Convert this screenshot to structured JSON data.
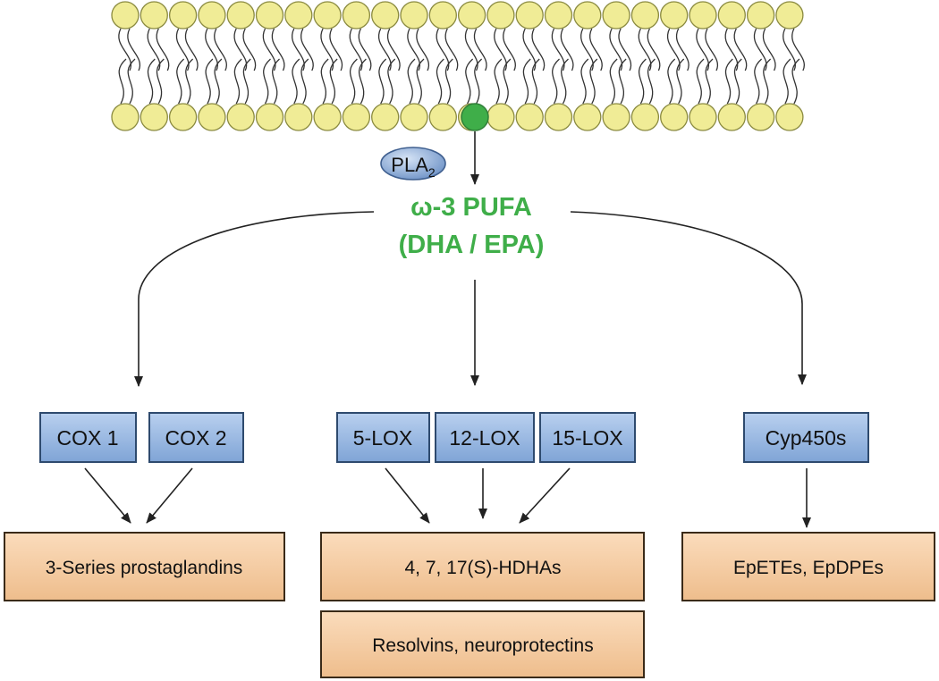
{
  "membrane": {
    "head_color": "#f0ec96",
    "highlight_color": "#3fae49"
  },
  "enzyme_pla2": {
    "base": "PLA",
    "subscript": "2"
  },
  "pufa": {
    "line1": "ω-3 PUFA",
    "line2": "(DHA / EPA)",
    "color": "#3fae49"
  },
  "enzymes": {
    "cox1": "COX 1",
    "cox2": "COX 2",
    "lox5": "5-LOX",
    "lox12": "12-LOX",
    "lox15": "15-LOX",
    "cyp": "Cyp450s"
  },
  "products": {
    "prostaglandins": "3-Series prostaglandins",
    "hdhas": "4, 7, 17(S)-HDHAs",
    "resolvins": "Resolvins, neuroprotectins",
    "epetes": "EpETEs, EpDPEs"
  },
  "colors": {
    "enzyme_fill": "#8fb3e0",
    "product_fill": "#f3c79a"
  }
}
